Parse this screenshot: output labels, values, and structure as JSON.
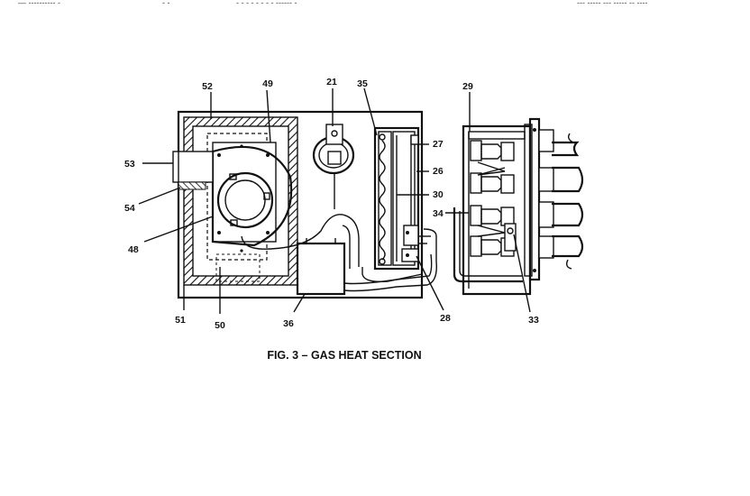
{
  "header_fragments": [
    "— ---------- -",
    "- -",
    "- - - - - - - - ------ -",
    "--- ----- --- ----- -- ----"
  ],
  "figure": {
    "caption": "FIG. 3 – GAS HEAT SECTION",
    "callouts": {
      "c52": "52",
      "c49": "49",
      "c21": "21",
      "c35": "35",
      "c29": "29",
      "c27": "27",
      "c26": "26",
      "c30": "30",
      "c34": "34",
      "c53": "53",
      "c54": "54",
      "c48": "48",
      "c51": "51",
      "c50": "50",
      "c36": "36",
      "c28": "28",
      "c33": "33"
    }
  },
  "colors": {
    "ink": "#111111",
    "paper": "#ffffff"
  }
}
